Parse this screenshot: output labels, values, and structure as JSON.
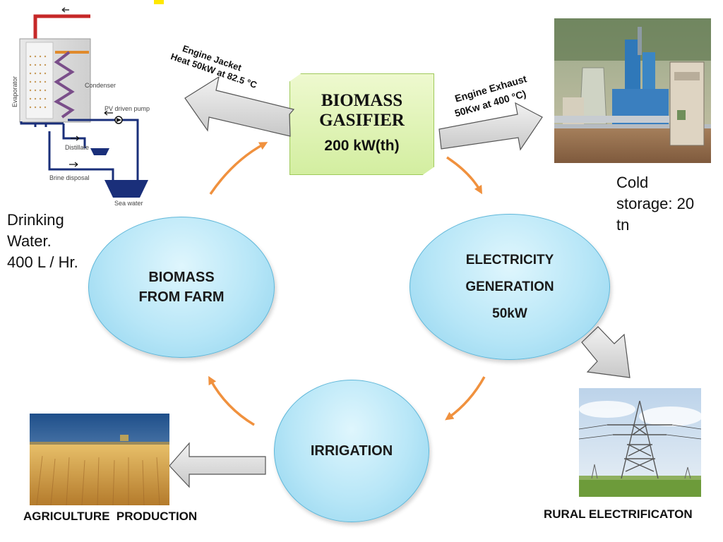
{
  "gasifier": {
    "line1": "BIOMASS",
    "line2": "GASIFIER",
    "power": "200 kW(th)"
  },
  "jacket": {
    "line1": "Engine Jacket",
    "line2": "Heat 50kW at 82.5  °C"
  },
  "exhaust": {
    "line1": "Engine Exhaust",
    "line2": "50Kw at 400 °C)"
  },
  "biomass_farm": {
    "line1": "BIOMASS",
    "line2": "FROM FARM"
  },
  "electricity": {
    "line1": "ELECTRICITY",
    "line2": "GENERATION",
    "line3": "50kW"
  },
  "irrigation": {
    "label": "IRRIGATION"
  },
  "drinking_water": {
    "line1": "Drinking",
    "line2": "Water.",
    "line3": "400 L / Hr."
  },
  "cold_storage": {
    "line1": "Cold",
    "line2": "storage: 20",
    "line3": "tn"
  },
  "agriculture": {
    "label": "AGRICULTURE  PRODUCTION"
  },
  "rural": {
    "label": "RURAL ELECTRIFICATON"
  },
  "desal": {
    "evaporator": "Evaporator",
    "condenser": "Condenser",
    "pump": "PV driven pump",
    "distillate": "Distillate",
    "brine": "Brine disposal",
    "sea": "Sea water"
  },
  "colors": {
    "cycle_arrow": "#f0913e",
    "block_arrow": "#d9d9d9",
    "ellipse": "#b7e6f7",
    "gasifier": "#d3eea0"
  }
}
